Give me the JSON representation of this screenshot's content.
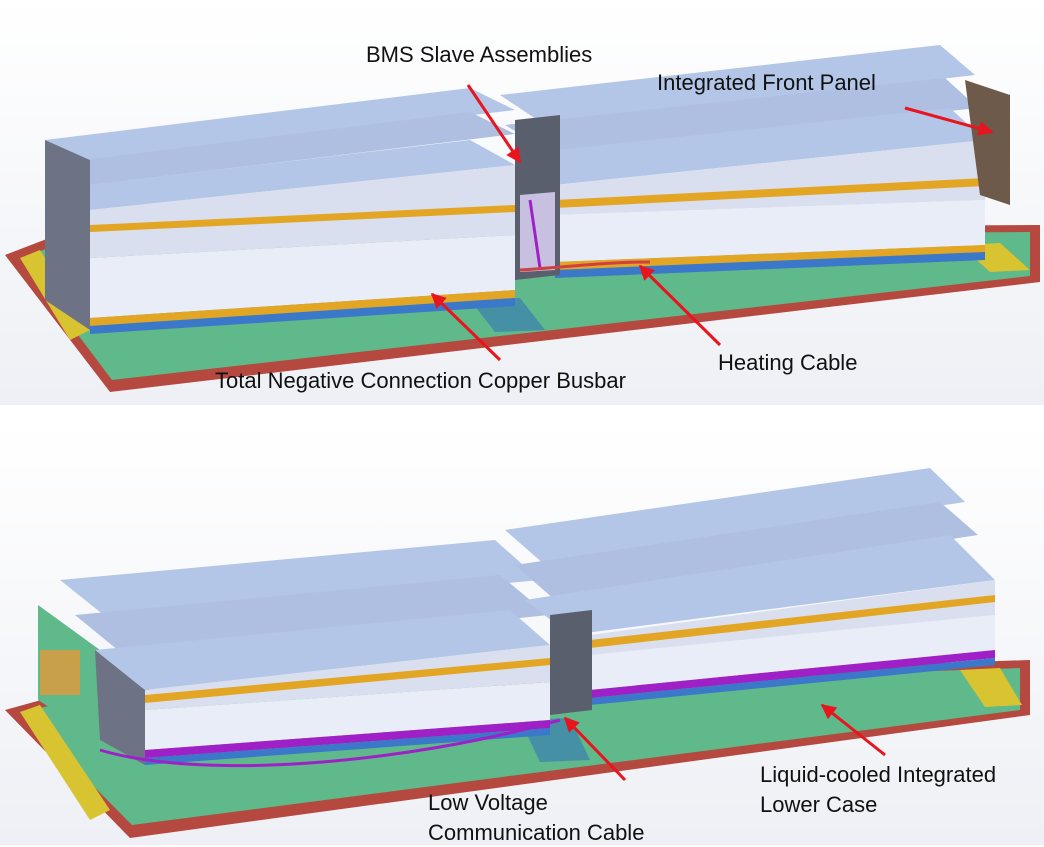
{
  "top_diagram": {
    "callouts": {
      "bms": "BMS Slave Assemblies",
      "front_panel": "Integrated Front Panel",
      "heating": "Heating Cable",
      "busbar": "Total Negative Connection Copper Busbar"
    }
  },
  "bottom_diagram": {
    "callouts": {
      "lv_cable": "Low Voltage\nCommunication Cable",
      "lower_case": "Liquid-cooled Integrated\nLower Case"
    }
  },
  "colors": {
    "module_top": "#b4c6e7",
    "module_side": "#e9edf7",
    "gold_strip": "#e2a624",
    "tray_green": "#5fb98a",
    "frame_red": "#b5483f",
    "frame_yellow": "#d8c431",
    "purple_cable": "#a020c8",
    "arrow_red": "#e8141e"
  }
}
